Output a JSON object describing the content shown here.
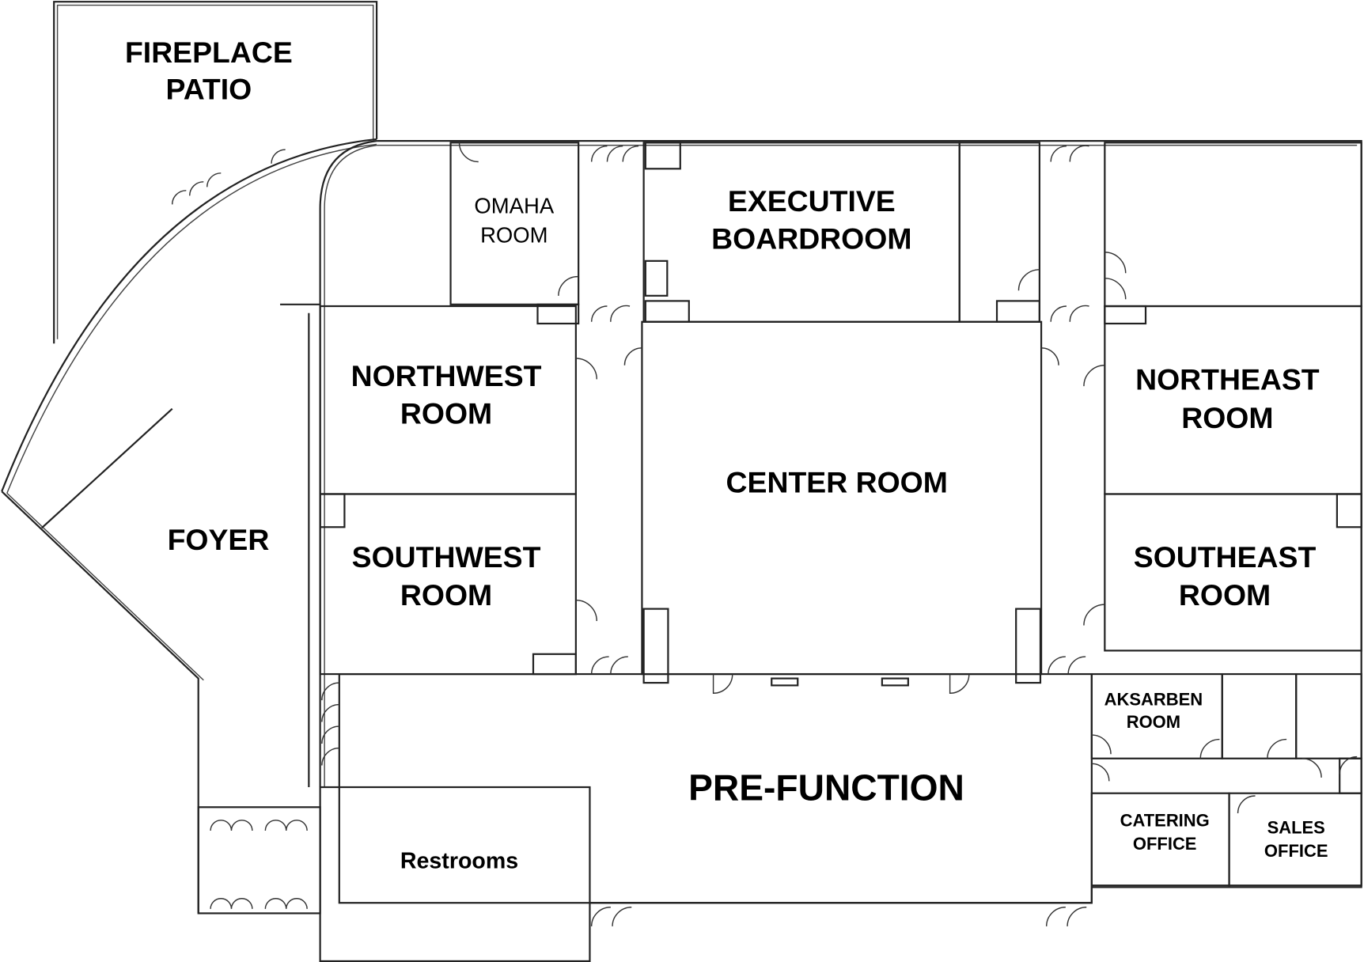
{
  "title": "Floor plan",
  "rooms": {
    "fireplace_patio": [
      "FIREPLACE",
      "PATIO"
    ],
    "omaha_room": [
      "OMAHA",
      "ROOM"
    ],
    "executive_boardroom": [
      "EXECUTIVE",
      "BOARDROOM"
    ],
    "northwest_room": [
      "NORTHWEST",
      "ROOM"
    ],
    "southwest_room": [
      "SOUTHWEST",
      "ROOM"
    ],
    "center_room": "CENTER ROOM",
    "northeast_room": [
      "NORTHEAST",
      "ROOM"
    ],
    "southeast_room": [
      "SOUTHEAST",
      "ROOM"
    ],
    "foyer": "FOYER",
    "pre_function": "PRE-FUNCTION",
    "restrooms": "Restrooms",
    "aksarben_room": [
      "AKSARBEN",
      "ROOM"
    ],
    "catering_office": [
      "CATERING",
      "OFFICE"
    ],
    "sales_office": [
      "SALES",
      "OFFICE"
    ]
  }
}
